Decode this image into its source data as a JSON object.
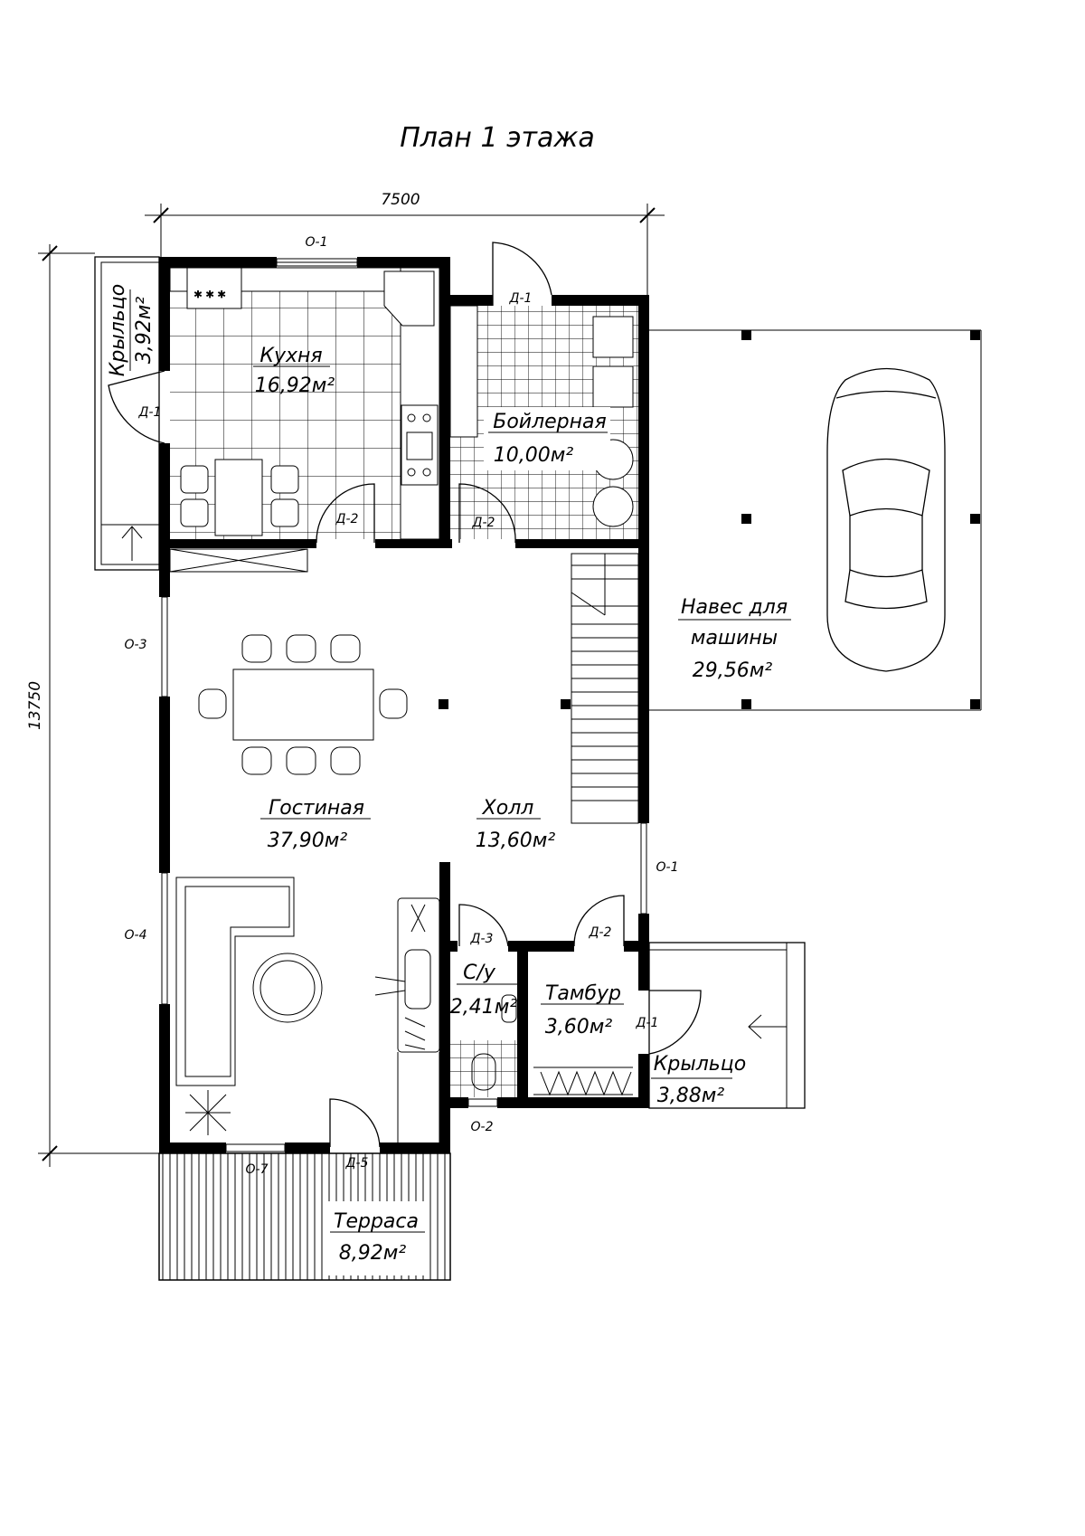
{
  "title": "План 1 этажа",
  "dimensions": {
    "width": "7500",
    "height": "13750"
  },
  "rooms": {
    "kitchen": {
      "name": "Кухня",
      "area": "16,92м²"
    },
    "boiler": {
      "name": "Бойлерная",
      "area": "10,00м²"
    },
    "living": {
      "name": "Гостиная",
      "area": "37,90м²"
    },
    "hall": {
      "name": "Холл",
      "area": "13,60м²"
    },
    "wc": {
      "name": "С/у",
      "area": "2,41м²"
    },
    "vestibule": {
      "name": "Тамбур",
      "area": "3,60м²"
    },
    "carport": {
      "name_line1": "Навес для",
      "name_line2": "машины",
      "area": "29,56м²"
    },
    "porch_left": {
      "name": "Крыльцо",
      "area": "3,92м²"
    },
    "porch_right": {
      "name": "Крыльцо",
      "area": "3,88м²"
    },
    "terrace": {
      "name": "Терраса",
      "area": "8,92м²"
    }
  },
  "marks": {
    "window_kitchen": "О-1",
    "window_o3": "О-3",
    "window_o4": "О-4",
    "window_hall": "О-1",
    "window_wc": "О-2",
    "window_o7": "О-7",
    "door_porch_left": "Д-1",
    "door_boiler_ext": "Д-1",
    "door_kitchen": "Д-2",
    "door_boiler": "Д-2",
    "door_wc": "Д-3",
    "door_vestibule": "Д-2",
    "door_entry": "Д-1",
    "door_terrace": "Д-5"
  }
}
